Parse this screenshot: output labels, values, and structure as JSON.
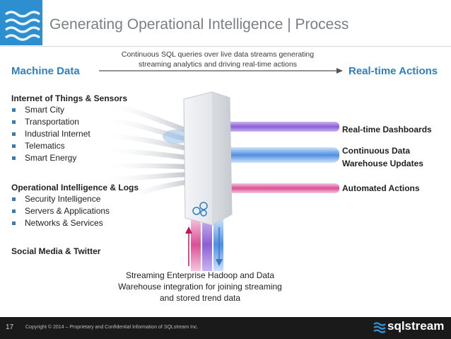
{
  "header": {
    "title": "Generating Operational Intelligence | Process"
  },
  "flow": {
    "top_caption": "Continuous SQL queries over live data streams generating streaming analytics and driving real-time actions",
    "left_heading": "Machine Data",
    "right_heading": "Real-time Actions"
  },
  "sources": [
    {
      "heading": "Internet of Things & Sensors",
      "items": [
        "Smart City",
        "Transportation",
        "Industrial Internet",
        "Telematics",
        "Smart Energy"
      ]
    },
    {
      "heading": "Operational Intelligence & Logs",
      "items": [
        "Security Intelligence",
        "Servers & Applications",
        "Networks & Services"
      ]
    },
    {
      "heading": "Social Media & Twitter",
      "items": []
    }
  ],
  "outputs": [
    "Real-time Dashboards",
    "Continuous Data Warehouse Updates",
    "Automated Actions"
  ],
  "bottom_caption": "Streaming Enterprise Hadoop and Data Warehouse integration for joining streaming and stored trend data",
  "footer": {
    "page_number": "17",
    "copyright": "Copyright © 2014 – Proprietary and Confidential Information of SQLstream Inc.",
    "brand": "sqlstream"
  },
  "colors": {
    "accent_blue": "#2e7fc0",
    "stream_purple": "#9b6fd8",
    "stream_blue": "#5aa0e8",
    "stream_pink": "#e06aa8",
    "footer_bg": "#1a1a1a"
  }
}
